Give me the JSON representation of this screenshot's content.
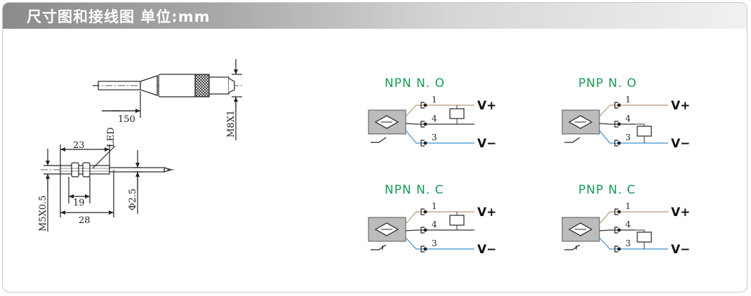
{
  "header": {
    "title": "尺寸图和接线图 单位:mm"
  },
  "dimensions": {
    "cable_length": "150",
    "connector_thread": "M8X1",
    "length_23": "23",
    "length_19": "19",
    "length_28": "28",
    "led_label": "LED",
    "diameter": "Φ2.5",
    "sensor_thread": "M5X0.5"
  },
  "wiring": [
    {
      "title": "NPN  N. O",
      "wire1": "1",
      "wire4": "4",
      "wire3": "3",
      "v_plus": "V+",
      "v_minus": "V−"
    },
    {
      "title": "PNP  N. O",
      "wire1": "1",
      "wire4": "4",
      "wire3": "3",
      "v_plus": "V+",
      "v_minus": "V−"
    },
    {
      "title": "NPN  N. C",
      "wire1": "1",
      "wire4": "4",
      "wire3": "3",
      "v_plus": "V+",
      "v_minus": "V−"
    },
    {
      "title": "PNP  N. C",
      "wire1": "1",
      "wire4": "4",
      "wire3": "3",
      "v_plus": "V+",
      "v_minus": "V−"
    }
  ],
  "colors": {
    "brown_wire": "#b59a74",
    "blue_wire": "#3f8fd1",
    "black_wire": "#333333",
    "title_green": "#1a9a55"
  }
}
